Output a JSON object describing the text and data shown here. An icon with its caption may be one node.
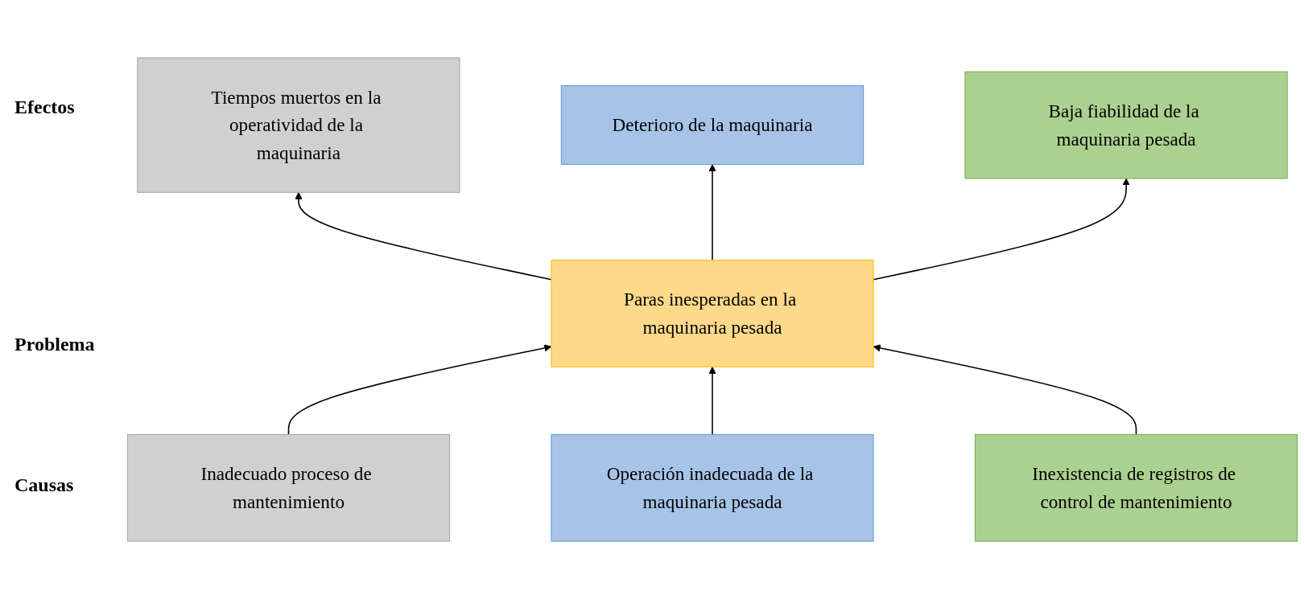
{
  "diagram": {
    "nodes": [
      {
        "text": [
          "Tiempos muertos en la operatividad de la maquinaria"
        ]
      },
      {
        "text": [
          "Deterioro de la maquinaria"
        ]
      },
      {
        "text": [
          "Baja fiabilidad de la maquinaria pesada"
        ]
      },
      {
        "text": [
          "Paras inesperadas en la maquinaria pesada"
        ]
      },
      {
        "text": [
          "Inadecuado proceso de mantenimiento"
        ]
      },
      {
        "text": [
          "Operación inadecuada de la maquinaria pesada"
        ]
      },
      {
        "text": [
          "Inexistencia de registros de control de mantenimiento"
        ]
      }
    ],
    "edges": [
      {
        "from": 3,
        "to": 0,
        "arrow": "to"
      },
      {
        "from": 3,
        "to": 1,
        "arrow": "to"
      },
      {
        "from": 3,
        "to": 2,
        "arrow": "to"
      },
      {
        "from": 4,
        "to": 3,
        "arrow": "to"
      },
      {
        "from": 5,
        "to": 3,
        "arrow": "to"
      },
      {
        "from": 6,
        "to": 3,
        "arrow": "to"
      }
    ],
    "labels": [
      "Efectos",
      "Problema",
      "Causas"
    ]
  }
}
